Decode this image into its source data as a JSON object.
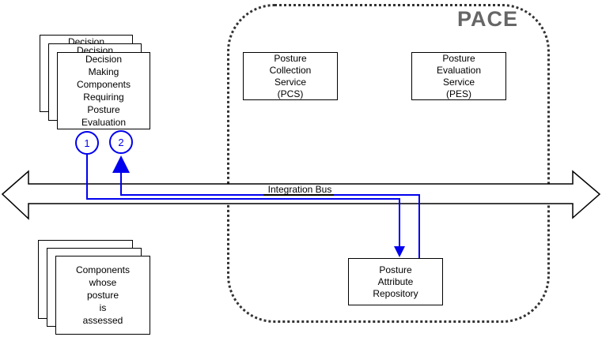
{
  "colors": {
    "flow_blue": "#0000EE",
    "pace_label_gray": "#666666",
    "pace_border_gray": "#333333",
    "box_border": "#000000"
  },
  "decision_stack": {
    "label": "Decision\nMaking\nComponents\nRequiring\nPosture\nEvaluation"
  },
  "assessed_stack": {
    "label": "Components\nwhose\nposture\nis\nassessed"
  },
  "steps": [
    {
      "label": "1"
    },
    {
      "label": "2"
    }
  ],
  "bus": {
    "label": "Integration Bus"
  },
  "pace": {
    "label": "PACE",
    "pcs_label": "Posture\nCollection\nService\n(PCS)",
    "pes_label": "Posture\nEvaluation\nService\n(PES)",
    "repository_label": "Posture\nAttribute\nRepository"
  }
}
